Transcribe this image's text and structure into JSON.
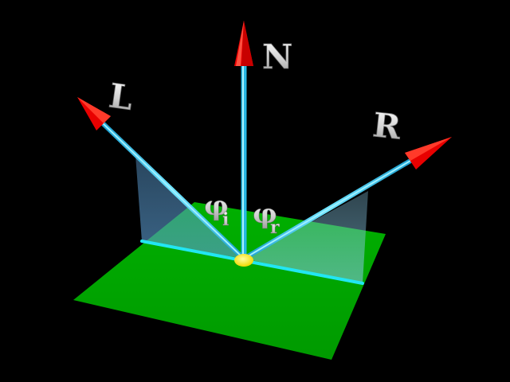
{
  "labels": {
    "light": "L",
    "normal": "N",
    "reflection": "R",
    "incident_angle_symbol": "φ",
    "incident_angle_subscript": "i",
    "reflected_angle_symbol": "φ",
    "reflected_angle_subscript": "r"
  },
  "colors": {
    "background": "#000000",
    "surface": "#00a300",
    "vector_shaft": "#27c4e6",
    "arrow_head": "#e80000",
    "hit_point": "#ffee00",
    "plane_line": "#22e6f2",
    "projection_plane": "#4a90c8",
    "label_text": "#e8e8e8"
  }
}
